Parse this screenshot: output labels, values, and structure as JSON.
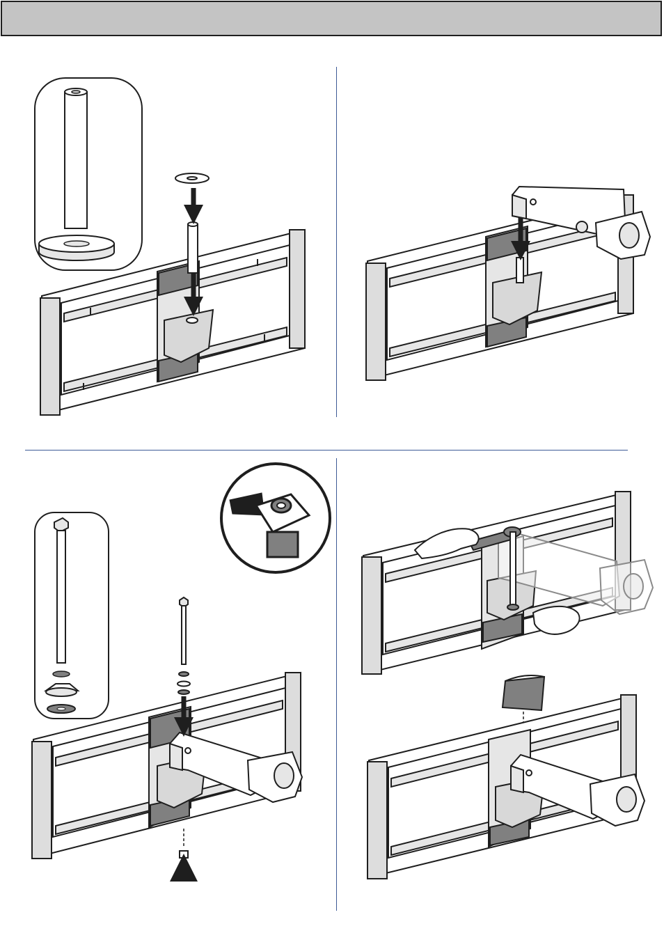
{
  "page": {
    "header_bar_color": "#c4c4c4",
    "divider_color": "#3d5a96",
    "shade_color": "#808080",
    "outline_color": "#1e1e1e"
  },
  "panels": [
    {
      "step": "insert-spacer-tube",
      "icons": [
        "spacer-tube-icon",
        "washer-icon",
        "down-arrow-icon"
      ]
    },
    {
      "step": "lower-arm-onto-tube",
      "icons": [
        "arm-assembly-icon",
        "down-arrow-icon"
      ]
    },
    {
      "step": "insert-long-bolt",
      "icons": [
        "long-bolt-icon",
        "washer-icon",
        "nut-icon",
        "wrench-detail-icon",
        "up-arrow-icon"
      ]
    },
    {
      "step": "tighten-and-cap",
      "icons": [
        "wrench-icon",
        "hand-icon",
        "cover-cap-icon",
        "down-arrow-icon"
      ]
    }
  ]
}
